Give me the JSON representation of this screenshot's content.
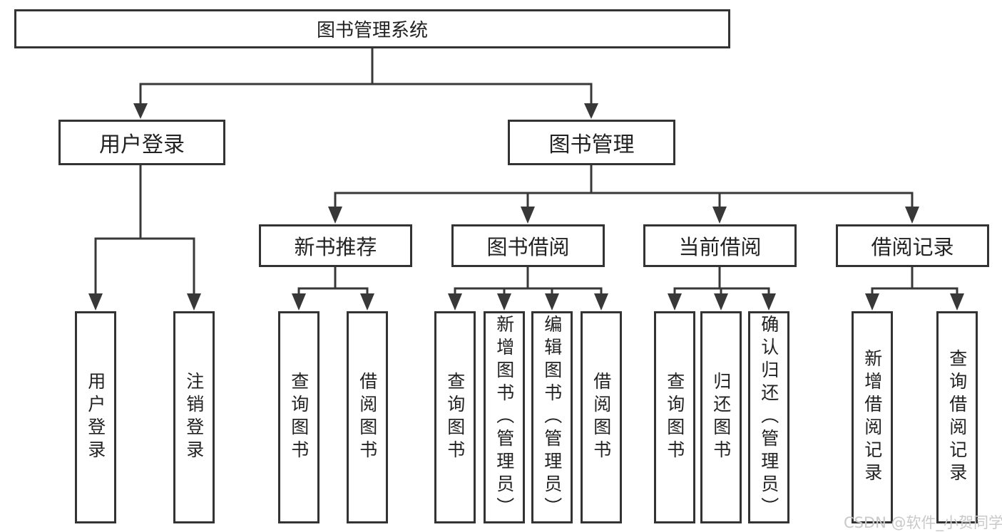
{
  "diagram": {
    "root": {
      "label": "图书管理系统"
    },
    "level2": [
      {
        "label": "用户登录",
        "children": [
          {
            "label": "用户登录"
          },
          {
            "label": "注销登录"
          }
        ]
      },
      {
        "label": "图书管理",
        "children": [
          {
            "label": "新书推荐",
            "children": [
              {
                "label": "查询图书"
              },
              {
                "label": "借阅图书"
              }
            ]
          },
          {
            "label": "图书借阅",
            "children": [
              {
                "label": "查询图书"
              },
              {
                "label": "新增图书（管理员）"
              },
              {
                "label": "编辑图书（管理员）"
              },
              {
                "label": "借阅图书"
              }
            ]
          },
          {
            "label": "当前借阅",
            "children": [
              {
                "label": "查询图书"
              },
              {
                "label": "归还图书"
              },
              {
                "label": "确认归还（管理员）"
              }
            ]
          },
          {
            "label": "借阅记录",
            "children": [
              {
                "label": "新增借阅记录"
              },
              {
                "label": "查询借阅记录"
              }
            ]
          }
        ]
      }
    ]
  },
  "watermark": {
    "text": "CSDN @软件_小贺同学"
  },
  "colors": {
    "line": "#383838",
    "box_border": "#333333",
    "text": "#222222",
    "background": "#ffffff",
    "watermark": "#c9c9c9"
  }
}
